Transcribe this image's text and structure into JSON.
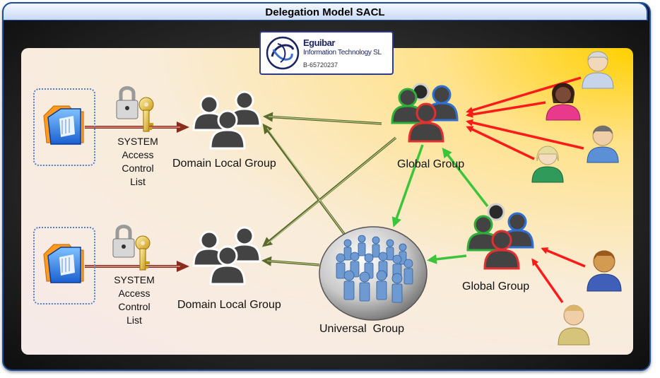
{
  "title": "Delegation Model SACL",
  "logo": {
    "name": "Eguibar",
    "company": "Information Technology SL",
    "code": "B-65720237"
  },
  "sacl_labels": [
    {
      "l1": "SYSTEM",
      "l2": "Access",
      "l3": "Control",
      "l4": "List"
    },
    {
      "l1": "SYSTEM",
      "l2": "Access",
      "l3": "Control",
      "l4": "List"
    }
  ],
  "groups": {
    "domain_local_top": "Domain Local Group",
    "domain_local_bottom": "Domain Local Group",
    "global_top": "Global Group",
    "global_bottom": "Global Group",
    "universal": "Universal  Group"
  },
  "colors": {
    "title_border": "#1d4f9a",
    "arrow_red": "#ff1a1a",
    "arrow_green": "#4bd14b",
    "arrow_olive": "#5b6b2c",
    "arrow_brown": "#8b2c1c"
  }
}
